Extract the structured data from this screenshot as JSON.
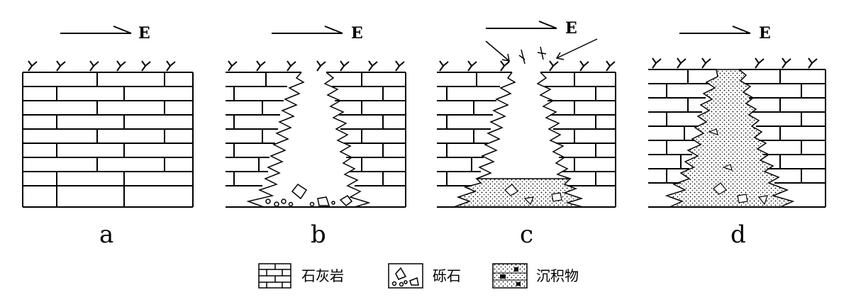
{
  "direction_label": "E",
  "panels": [
    {
      "label": "a"
    },
    {
      "label": "b"
    },
    {
      "label": "c"
    },
    {
      "label": "d"
    }
  ],
  "legend": [
    {
      "label": "石灰岩",
      "icon": "limestone-pattern"
    },
    {
      "label": "砾石",
      "icon": "gravel-pattern"
    },
    {
      "label": "沉积物",
      "icon": "sediment-pattern"
    }
  ]
}
